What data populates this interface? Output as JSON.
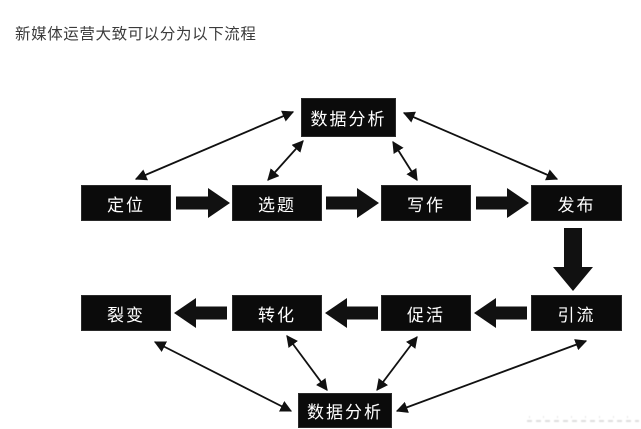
{
  "page": {
    "title": "新媒体运营大致可以分为以下流程"
  },
  "diagram": {
    "nodes": [
      {
        "id": "analysis-top",
        "label": "数据分析"
      },
      {
        "id": "positioning",
        "label": "定位"
      },
      {
        "id": "topic",
        "label": "选题"
      },
      {
        "id": "writing",
        "label": "写作"
      },
      {
        "id": "publish",
        "label": "发布"
      },
      {
        "id": "fission",
        "label": "裂变"
      },
      {
        "id": "conversion",
        "label": "转化"
      },
      {
        "id": "activation",
        "label": "促活"
      },
      {
        "id": "traffic",
        "label": "引流"
      },
      {
        "id": "analysis-bottom",
        "label": "数据分析"
      }
    ],
    "flow_edges": [
      {
        "from": "positioning",
        "to": "topic",
        "style": "block-arrow"
      },
      {
        "from": "topic",
        "to": "writing",
        "style": "block-arrow"
      },
      {
        "from": "writing",
        "to": "publish",
        "style": "block-arrow"
      },
      {
        "from": "publish",
        "to": "traffic",
        "style": "block-arrow"
      },
      {
        "from": "traffic",
        "to": "activation",
        "style": "block-arrow"
      },
      {
        "from": "activation",
        "to": "conversion",
        "style": "block-arrow"
      },
      {
        "from": "conversion",
        "to": "fission",
        "style": "block-arrow"
      }
    ],
    "feedback_edges": [
      {
        "from": "analysis-top",
        "to": "positioning",
        "style": "double-arrow"
      },
      {
        "from": "analysis-top",
        "to": "topic",
        "style": "double-arrow"
      },
      {
        "from": "analysis-top",
        "to": "writing",
        "style": "double-arrow"
      },
      {
        "from": "analysis-top",
        "to": "publish",
        "style": "double-arrow"
      },
      {
        "from": "analysis-bottom",
        "to": "fission",
        "style": "double-arrow"
      },
      {
        "from": "analysis-bottom",
        "to": "conversion",
        "style": "double-arrow"
      },
      {
        "from": "analysis-bottom",
        "to": "activation",
        "style": "double-arrow"
      },
      {
        "from": "analysis-bottom",
        "to": "traffic",
        "style": "double-arrow"
      }
    ],
    "colors": {
      "background": "#ffffff",
      "node_bg": "#0b0b0b",
      "node_text": "#ffffff",
      "arrow": "#111111",
      "title_text": "#3b3b3b"
    }
  }
}
